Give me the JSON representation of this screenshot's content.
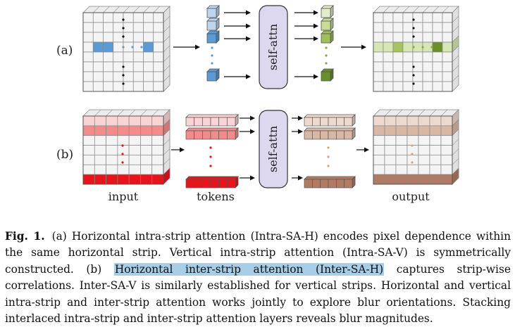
{
  "figure": {
    "row_labels": [
      "(a)",
      "(b)"
    ],
    "block_label": "self-attn",
    "column_labels": [
      "input",
      "tokens",
      "output"
    ],
    "colors": {
      "a_input_strip": "#5b9bd5",
      "a_input_token_light": "#bcd6ee",
      "a_output_strip_light": "#d6e6b5",
      "a_output_strip_dark": "#6a8f2a",
      "b_input_top": "#f9d4d4",
      "b_input_second": "#f28c8c",
      "b_input_bottom": "#e8141c",
      "b_output_top": "#eed9cf",
      "b_output_second": "#d8b7a6",
      "b_output_bottom": "#b07b63",
      "self_attn_fill": "#ddd7ef",
      "grid_line": "#888888"
    }
  },
  "caption": {
    "label": "Fig. 1.",
    "text_before": "(a) Horizontal intra-strip attention (Intra-SA-H) encodes pixel dependence within the same horizontal strip. Vertical intra-strip attention (Intra-SA-V) is symmetrically constructed. (b) ",
    "highlighted": "Horizontal inter-strip attention (Inter-SA-H)",
    "text_after": " captures strip-wise correlations. Inter-SA-V is similarly established for vertical strips. Horizontal and vertical intra-strip and inter-strip attention works jointly to explore blur orientations. Stacking interlaced intra-strip and inter-strip attention layers reveals blur magnitudes."
  }
}
